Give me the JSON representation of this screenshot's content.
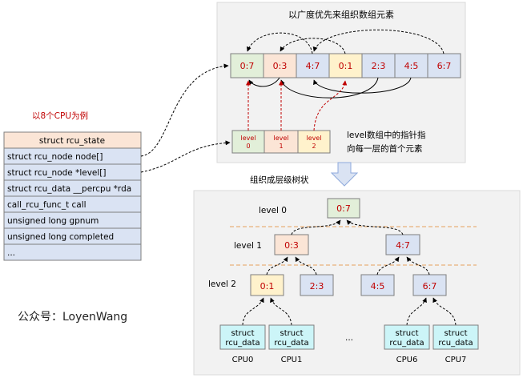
{
  "top_panel": {
    "title": "以广度优先来组织数组元素",
    "nodes": [
      "0:7",
      "0:3",
      "4:7",
      "0:1",
      "2:3",
      "4:5",
      "6:7"
    ],
    "level_labels": [
      "level 0",
      "level 1",
      "level 2"
    ],
    "note_line1": "level数组中的指针指",
    "note_line2": "向每一层的首个元素"
  },
  "example_label": "以8个CPU为例",
  "rcu_state": {
    "header": "struct rcu_state",
    "fields": [
      "struct rcu_node node[]",
      "struct rcu_node *level[]",
      "struct rcu_data __percpu *rda",
      "call_rcu_func_t call",
      "unsigned long gpnum",
      "unsigned long completed",
      "..."
    ]
  },
  "arrow_caption": "组织成层级树状",
  "tree": {
    "level_names": [
      "level 0",
      "level 1",
      "level 2"
    ],
    "root": "0:7",
    "level1": [
      "0:3",
      "4:7"
    ],
    "level2": [
      "0:1",
      "2:3",
      "4:5",
      "6:7"
    ],
    "rcu_data_line1": "struct",
    "rcu_data_line2": "rcu_data",
    "cpus": [
      "CPU0",
      "CPU1",
      "CPU6",
      "CPU7"
    ],
    "ellipsis": "..."
  },
  "watermark": "公众号：LoyenWang",
  "colors": {
    "green": "#e2efd9",
    "orange": "#fbe5d6",
    "yellow": "#fff2cc",
    "blue": "#dae3f3",
    "cyan": "#ccf5f8",
    "red_text": "#c00000",
    "panel": "#f2f2f2",
    "box_border": "#4472c4",
    "dash_orange": "#e6a05c"
  }
}
